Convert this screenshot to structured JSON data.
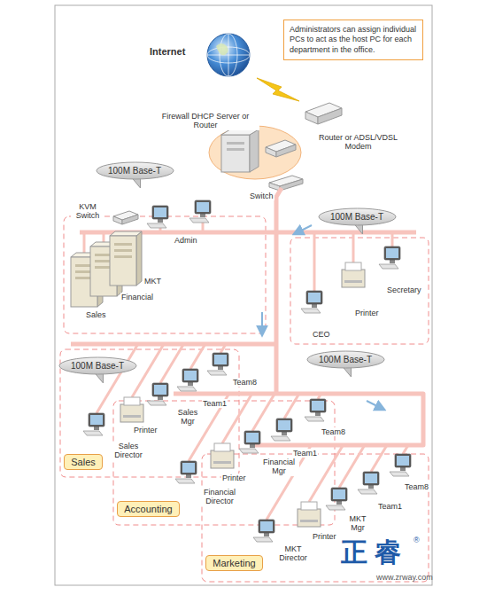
{
  "diagram": {
    "nodes": [
      {
        "text": [
          "Administrators can assign individual PCs to act as the host PC for each department in the office."
        ]
      },
      {
        "text": [
          "100M Base-T"
        ]
      },
      {
        "text": [
          "100M Base-T"
        ]
      },
      {
        "text": [
          "100M Base-T"
        ]
      },
      {
        "text": [
          "100M Base-T"
        ]
      },
      {
        "text": [
          "Sales"
        ]
      },
      {
        "text": [
          "Accounting"
        ]
      },
      {
        "text": [
          "Marketing"
        ]
      }
    ],
    "labels": [
      "Internet",
      "Firewall DHCP Server or Router",
      "Router or ADSL/VDSL Modem",
      "Switch",
      "KVM Switch",
      "Admin",
      "MKT",
      "Financial",
      "Sales",
      "Secretary",
      "Printer",
      "CEO",
      "Team8",
      "Team1",
      "Sales Mgr",
      "Printer",
      "Sales Director",
      "Team8",
      "Team1",
      "Financial Mgr",
      "Printer",
      "Financial Director",
      "Team8",
      "Team1",
      "MKT Mgr",
      "Printer",
      "MKT Director",
      "正 睿",
      "®",
      "www.zrway.com"
    ]
  }
}
